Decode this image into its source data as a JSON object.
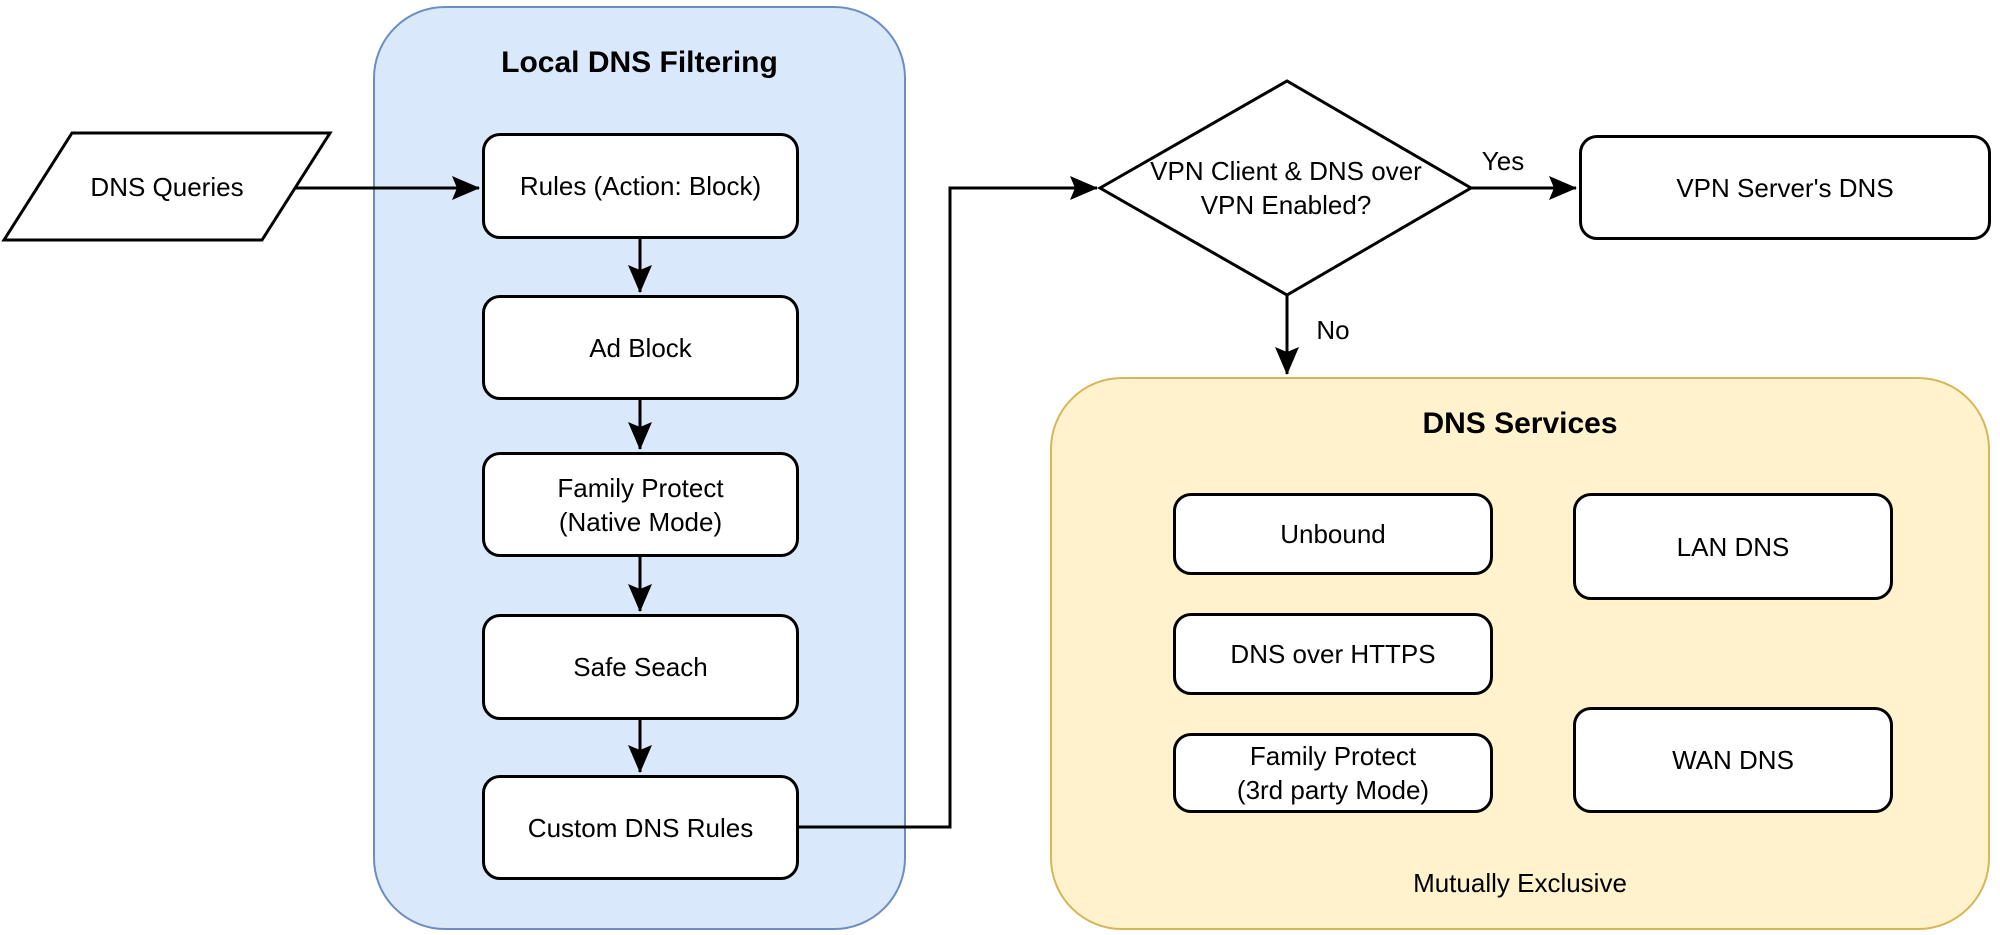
{
  "diagram": {
    "input_node": {
      "label": "DNS Queries"
    },
    "local_dns_filtering": {
      "title": "Local DNS Filtering",
      "steps": [
        "Rules (Action: Block)",
        "Ad Block",
        "Family Protect\n(Native Mode)",
        "Safe Seach",
        "Custom DNS Rules"
      ]
    },
    "decision": {
      "label": "VPN Client & DNS over\nVPN Enabled?",
      "yes_label": "Yes",
      "no_label": "No"
    },
    "vpn_server_dns": {
      "label": "VPN Server's DNS"
    },
    "dns_services": {
      "title": "DNS Services",
      "left_column": [
        "Unbound",
        "DNS over HTTPS",
        "Family Protect\n(3rd party Mode)"
      ],
      "right_column": [
        "LAN DNS",
        "WAN DNS"
      ],
      "note": "Mutually Exclusive"
    },
    "colors": {
      "blue_fill": "#dae8fc",
      "blue_stroke": "#6c8ebf",
      "yellow_fill": "#fff2cc",
      "yellow_stroke": "#d6b656",
      "line": "#000000",
      "node_fill": "#ffffff"
    }
  }
}
